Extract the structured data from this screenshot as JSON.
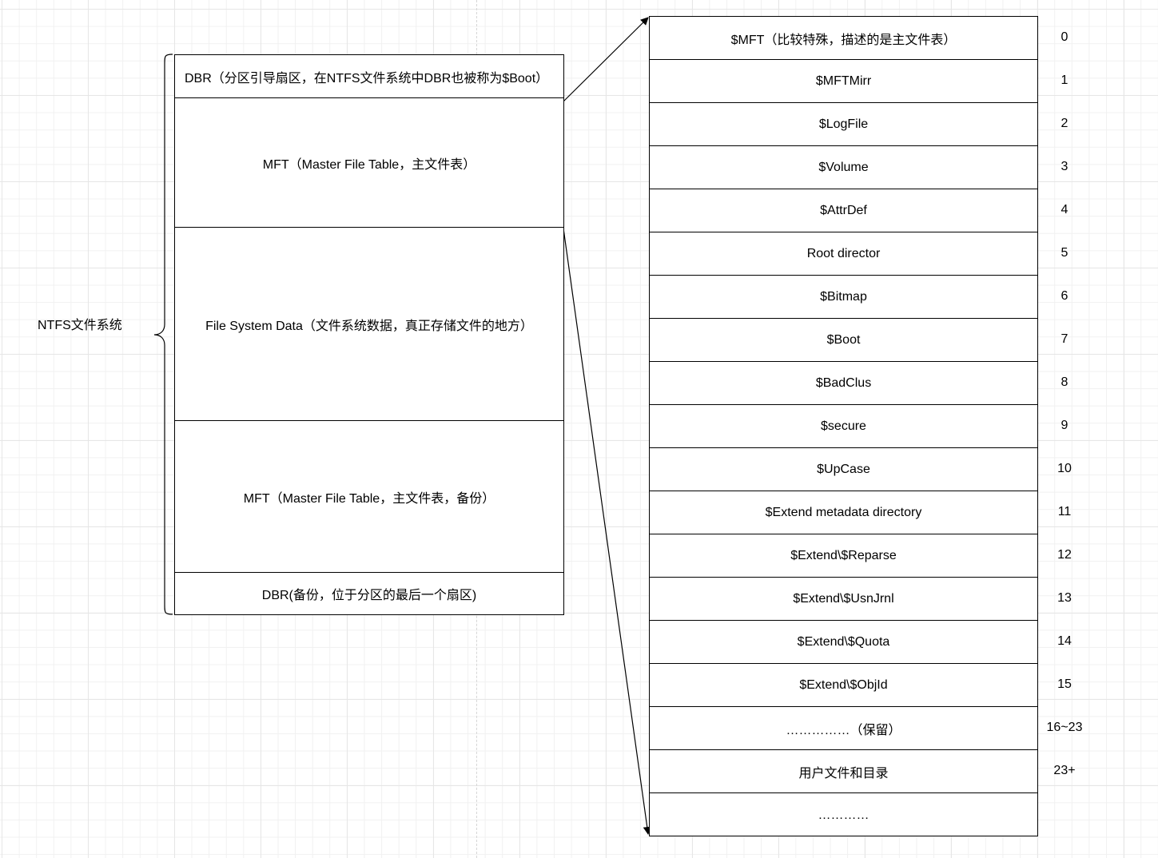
{
  "left_label": "NTFS文件系统",
  "left_blocks": [
    "DBR（分区引导扇区，在NTFS文件系统中DBR也被称为$Boot）",
    "MFT（Master File Table，主文件表）",
    "File System Data（文件系统数据，真正存储文件的地方）",
    "MFT（Master File Table，主文件表，备份）",
    "DBR(备份，位于分区的最后一个扇区)"
  ],
  "mft_records": [
    {
      "name": "$MFT（比较特殊，描述的是主文件表）",
      "index": "0"
    },
    {
      "name": "$MFTMirr",
      "index": "1"
    },
    {
      "name": "$LogFile",
      "index": "2"
    },
    {
      "name": "$Volume",
      "index": "3"
    },
    {
      "name": "$AttrDef",
      "index": "4"
    },
    {
      "name": "Root director",
      "index": "5"
    },
    {
      "name": "$Bitmap",
      "index": "6"
    },
    {
      "name": "$Boot",
      "index": "7"
    },
    {
      "name": "$BadClus",
      "index": "8"
    },
    {
      "name": "$secure",
      "index": "9"
    },
    {
      "name": "$UpCase",
      "index": "10"
    },
    {
      "name": "$Extend metadata directory",
      "index": "11"
    },
    {
      "name": "$Extend\\$Reparse",
      "index": "12"
    },
    {
      "name": "$Extend\\$UsnJrnl",
      "index": "13"
    },
    {
      "name": "$Extend\\$Quota",
      "index": "14"
    },
    {
      "name": "$Extend\\$ObjId",
      "index": "15"
    },
    {
      "name": "……………（保留）",
      "index": "16~23"
    },
    {
      "name": "用户文件和目录",
      "index": "23+"
    },
    {
      "name": "…………",
      "index": ""
    }
  ]
}
